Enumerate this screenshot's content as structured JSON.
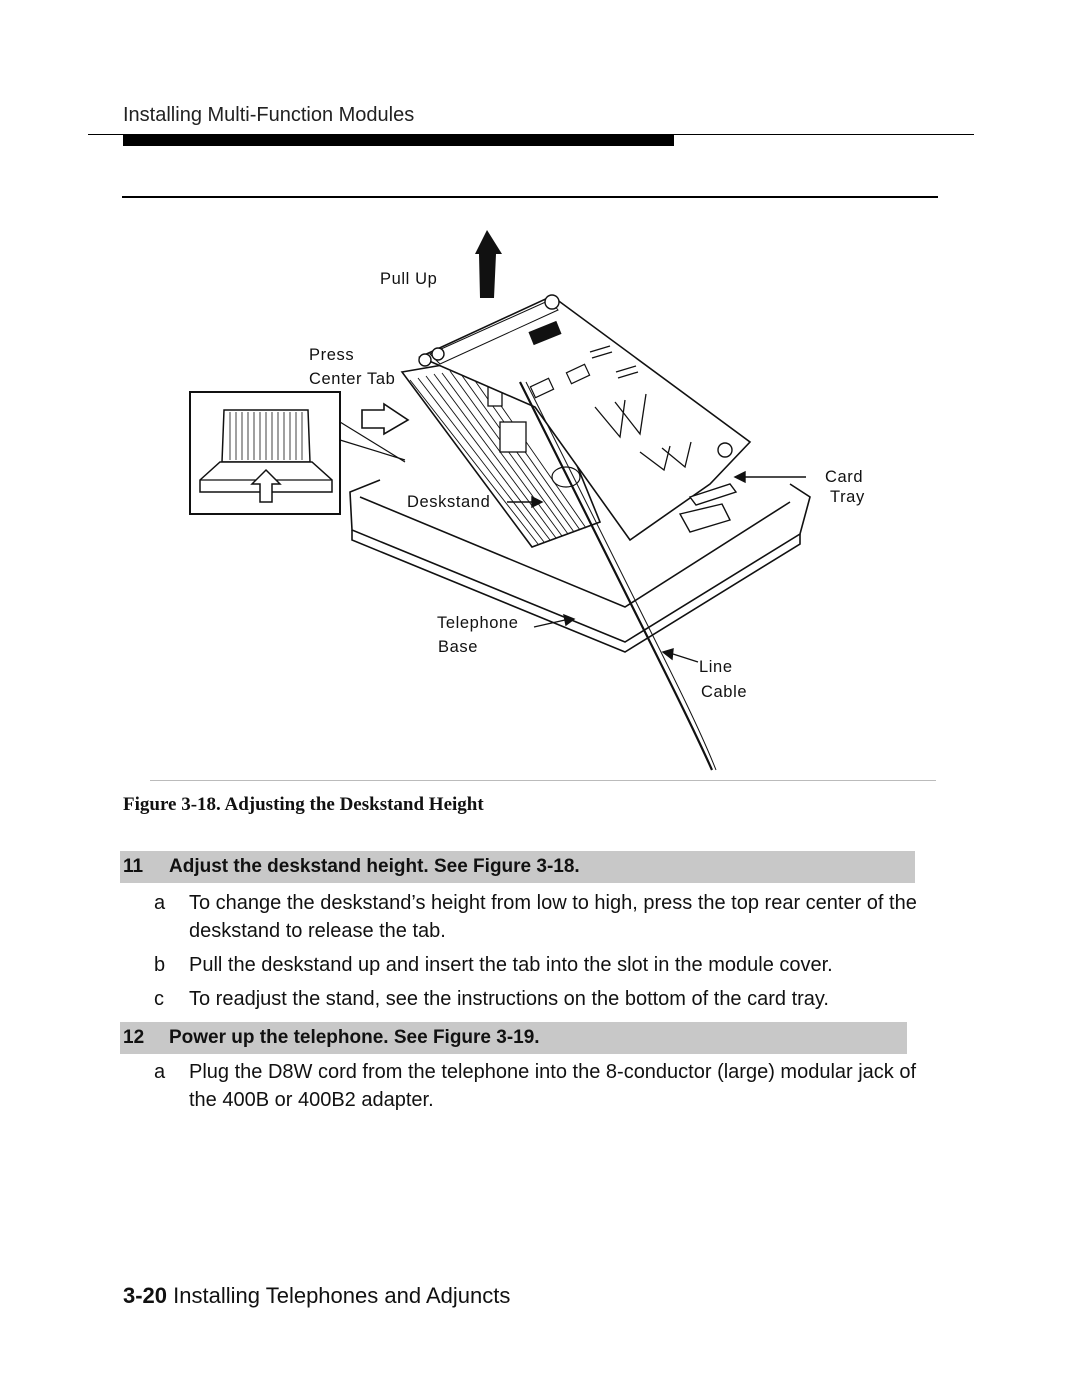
{
  "header": {
    "running_title": "Installing Multi-Function Modules"
  },
  "figure": {
    "labels": {
      "pull_up": "Pull  Up",
      "press": "Press",
      "center_tab": "Center Tab",
      "deskstand": "Deskstand",
      "card": "Card",
      "tray": "Tray",
      "telephone": "Telephone",
      "base": "Base",
      "line": "Line",
      "cable": "Cable"
    },
    "caption": "Figure 3-18. Adjusting the Deskstand Height"
  },
  "steps": [
    {
      "number": "11",
      "title": "Adjust the deskstand height. See Figure 3-18.",
      "substeps": [
        {
          "letter": "a",
          "text": "To change the deskstand’s height from low to high, press the top rear center of the deskstand to release the tab."
        },
        {
          "letter": "b",
          "text": "Pull the deskstand up and insert the tab into the slot in the module cover."
        },
        {
          "letter": "c",
          "text": "To readjust the stand, see the instructions on the bottom of the card tray."
        }
      ]
    },
    {
      "number": "12",
      "title": "Power up the telephone. See Figure 3-19.",
      "substeps": [
        {
          "letter": "a",
          "text": "Plug the D8W cord from the telephone into the 8-conductor (large) modular jack of the 400B or 400B2 adapter."
        }
      ]
    }
  ],
  "footer": {
    "page_number": "3-20",
    "book_title": "Installing Telephones and Adjuncts"
  }
}
